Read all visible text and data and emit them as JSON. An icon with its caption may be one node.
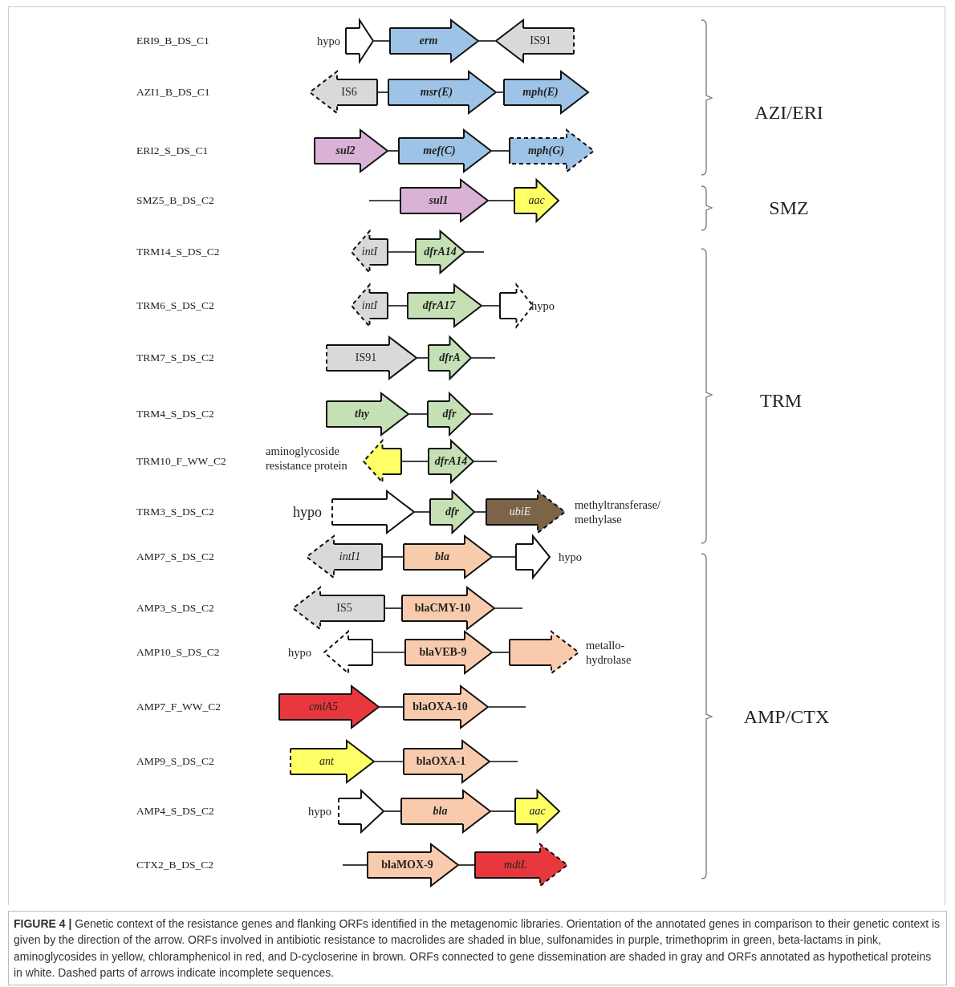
{
  "diagram": {
    "caption": "**FIGURE 4 |** Genetic context of the resistance genes and flanking ORFs identified in the metagenomic libraries. Orientation of the annotated genes in comparison to their genetic context is given by the direction of the arrow. ORFs involved in antibiotic resistance to macrolides are shaded in blue, sulfonamides in purple, trimethoprim in green, beta-lactams in pink, aminoglycosides in yellow, chloramphenicol in red, and D-cycloserine in brown. ORFs connected to gene dissemination are shaded in gray and ORFs annotated as hypothetical proteins in white. Dashed parts of arrows indicate incomplete sequences.",
    "nodes": [
      {
        "text": [],
        "shape": "arrow",
        "beside": [
          "hypo"
        ]
      },
      {
        "text": [
          "erm"
        ]
      },
      {
        "text": [
          "IS91"
        ]
      },
      {
        "text": [
          "IS6"
        ]
      },
      {
        "text": [
          "msr(E)"
        ]
      },
      {
        "text": [
          "mph(E)"
        ]
      },
      {
        "text": [
          "sul2"
        ]
      },
      {
        "text": [
          "mef(C)"
        ]
      },
      {
        "text": [
          "mph(G)"
        ]
      },
      {
        "text": [
          "sul1"
        ]
      },
      {
        "text": [
          "aac"
        ]
      },
      {
        "text": [
          "intI"
        ]
      },
      {
        "text": [
          "dfrA14"
        ]
      },
      {
        "text": [
          "intI"
        ]
      },
      {
        "text": [
          "dfrA17"
        ]
      },
      {
        "text": [],
        "shape": "arrow",
        "beside": [
          "hypo"
        ]
      },
      {
        "text": [
          "IS91"
        ]
      },
      {
        "text": [
          "dfrA"
        ]
      },
      {
        "text": [
          "thy"
        ]
      },
      {
        "text": [
          "dfr"
        ]
      },
      {
        "text": [],
        "shape": "arrow",
        "beside": [
          "aminoglycoside resistance protein"
        ]
      },
      {
        "text": [
          "dfrA14"
        ]
      },
      {
        "text": [],
        "shape": "arrow",
        "beside": [
          "hypo"
        ]
      },
      {
        "text": [
          "dfr"
        ]
      },
      {
        "text": [
          "ubiE"
        ],
        "beside": [
          "methyltransferase/ methylase"
        ]
      },
      {
        "text": [
          "intI1"
        ]
      },
      {
        "text": [
          "bla"
        ]
      },
      {
        "text": [],
        "shape": "arrow",
        "beside": [
          "hypo"
        ]
      },
      {
        "text": [
          "IS5"
        ]
      },
      {
        "text": [
          "blaCMY-10"
        ]
      },
      {
        "text": [],
        "shape": "arrow",
        "beside": [
          "hypo"
        ]
      },
      {
        "text": [
          "blaVEB-9"
        ]
      },
      {
        "text": [],
        "shape": "arrow",
        "beside": [
          "metallo- hydrolase"
        ]
      },
      {
        "text": [
          "cmlA5"
        ]
      },
      {
        "text": [
          "blaOXA-10"
        ]
      },
      {
        "text": [
          "ant"
        ]
      },
      {
        "text": [
          "blaOXA-1"
        ]
      },
      {
        "text": [],
        "shape": "arrow",
        "beside": [
          "hypo"
        ]
      },
      {
        "text": [
          "bla"
        ]
      },
      {
        "text": [
          "aac"
        ]
      },
      {
        "text": [
          "blaMOX-9"
        ]
      },
      {
        "text": [
          "mdtL"
        ]
      }
    ],
    "edges": [
      {
        "from": 0,
        "to": 1,
        "arrow": "none"
      },
      {
        "from": 1,
        "to": 2,
        "arrow": "none"
      },
      {
        "from": 3,
        "to": 4,
        "arrow": "none"
      },
      {
        "from": 4,
        "to": 5,
        "arrow": "none"
      },
      {
        "from": 6,
        "to": 7,
        "arrow": "none"
      },
      {
        "from": 7,
        "to": 8,
        "arrow": "none"
      },
      {
        "from": 9,
        "to": 10,
        "arrow": "none"
      },
      {
        "from": 11,
        "to": 12,
        "arrow": "none"
      },
      {
        "from": 13,
        "to": 14,
        "arrow": "none"
      },
      {
        "from": 14,
        "to": 15,
        "arrow": "none"
      },
      {
        "from": 16,
        "to": 17,
        "arrow": "none"
      },
      {
        "from": 18,
        "to": 19,
        "arrow": "none"
      },
      {
        "from": 20,
        "to": 21,
        "arrow": "none"
      },
      {
        "from": 22,
        "to": 23,
        "arrow": "none"
      },
      {
        "from": 23,
        "to": 24,
        "arrow": "none"
      },
      {
        "from": 25,
        "to": 26,
        "arrow": "none"
      },
      {
        "from": 26,
        "to": 27,
        "arrow": "none"
      },
      {
        "from": 28,
        "to": 29,
        "arrow": "none"
      },
      {
        "from": 30,
        "to": 31,
        "arrow": "none"
      },
      {
        "from": 31,
        "to": 32,
        "arrow": "none"
      },
      {
        "from": 33,
        "to": 34,
        "arrow": "none"
      },
      {
        "from": 35,
        "to": 36,
        "arrow": "none"
      },
      {
        "from": 37,
        "to": 38,
        "arrow": "none"
      },
      {
        "from": 38,
        "to": 39,
        "arrow": "none"
      },
      {
        "from": 40,
        "to": 41,
        "arrow": "none"
      }
    ],
    "labels": [
      "ERI9_B_DS_C1",
      "AZI1_B_DS_C1",
      "ERI2_S_DS_C1",
      "SMZ5_B_DS_C2",
      "TRM14_S_DS_C2",
      "TRM6_S_DS_C2",
      "TRM7_S_DS_C2",
      "TRM4_S_DS_C2",
      "TRM10_F_WW_C2",
      "TRM3_S_DS_C2",
      "AMP7_S_DS_C2",
      "AMP3_S_DS_C2",
      "AMP10_S_DS_C2",
      "AMP7_F_WW_C2",
      "AMP9_S_DS_C2",
      "AMP4_S_DS_C2",
      "CTX2_B_DS_C2",
      "AZI/ERI",
      "SMZ",
      "TRM",
      "AMP/CTX"
    ]
  }
}
